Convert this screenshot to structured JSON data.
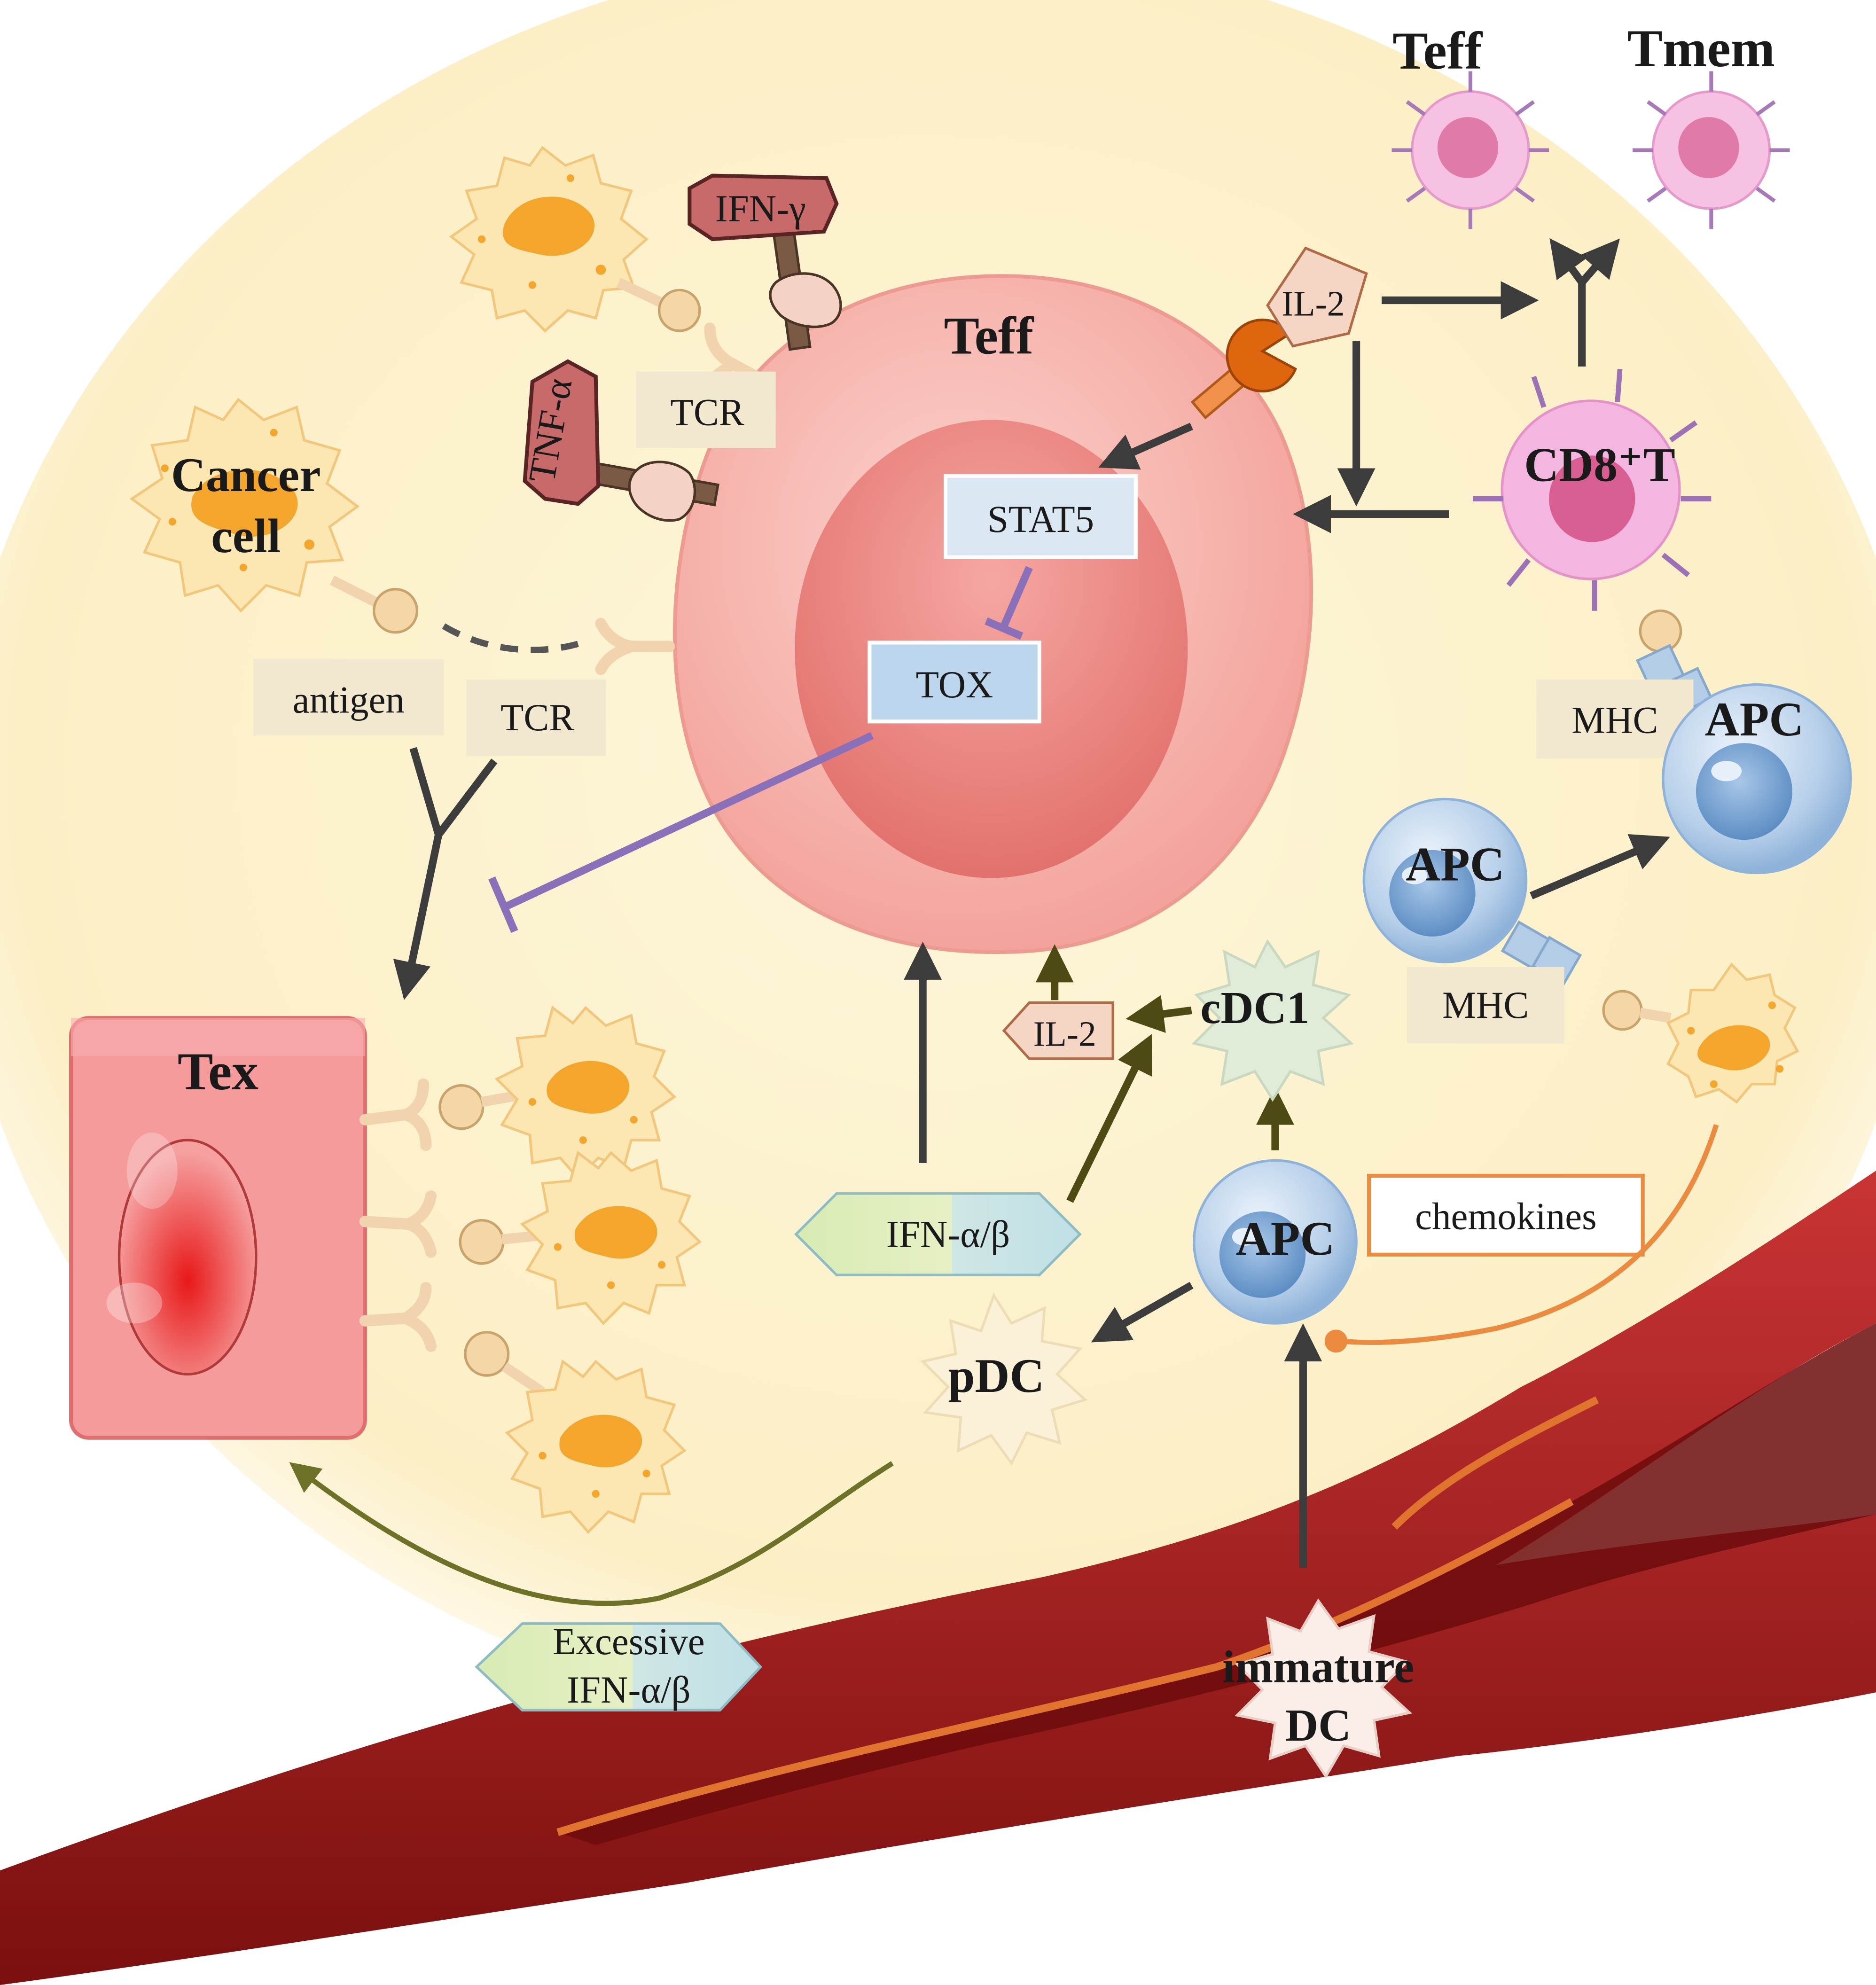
{
  "labels": {
    "teff_top": "Teff",
    "tmem_top": "Tmem",
    "teff_center": "Teff",
    "cancer_cell": [
      "Cancer",
      "cell"
    ],
    "tcr_top": "TCR",
    "tcr_left": "TCR",
    "antigen": "antigen",
    "ifn_gamma": "IFN-γ",
    "tnf_alpha": "TNF-α",
    "il2_top": "IL-2",
    "il2_mid": "IL-2",
    "cd8t": "CD8⁺T",
    "stat5": "STAT5",
    "tox": "TOX",
    "mhc_right": "MHC",
    "mhc_mid": "MHC",
    "apc_right": "APC",
    "apc_mid": "APC",
    "apc_bottom": "APC",
    "tex": "Tex",
    "cdc1": "cDC1",
    "pdc": "pDC",
    "ifn_ab": "IFN-α/β",
    "chemokines": "chemokines",
    "excessive_ifn": [
      "Excessive",
      "IFN-α/β"
    ],
    "immature_dc": [
      "immature",
      "DC"
    ]
  },
  "colors": {
    "background_glow": "#fdf3cf",
    "teff_outer": "#f6b3ac",
    "teff_inner": "#ee8580",
    "stat5_fill": "#dbe8f4",
    "tox_fill": "#bcd6ee",
    "box_border": "#ffffff",
    "inhibit_purple": "#8a70b8",
    "arrow_dark": "#3c3c3c",
    "arrow_olive": "#4e4a14",
    "pdc_arrow": "#6e7128",
    "chemokine_orange": "#ec8a3f",
    "vessel_red": "#9b1a1a",
    "tex_fill": "#f59b9b",
    "apc_blue": "#a9c7e6",
    "cd8_pink": "#f3b6e0",
    "cancer_fill": "#fce7b3",
    "nucleus_orange": "#f3a52c",
    "label_panel": "#f1e8cf"
  },
  "icons": {
    "ifn_gamma_hammer": "hammer-icon",
    "tnf_alpha_hammer": "hammer-icon",
    "il2_receptor": "receptor-icon"
  }
}
